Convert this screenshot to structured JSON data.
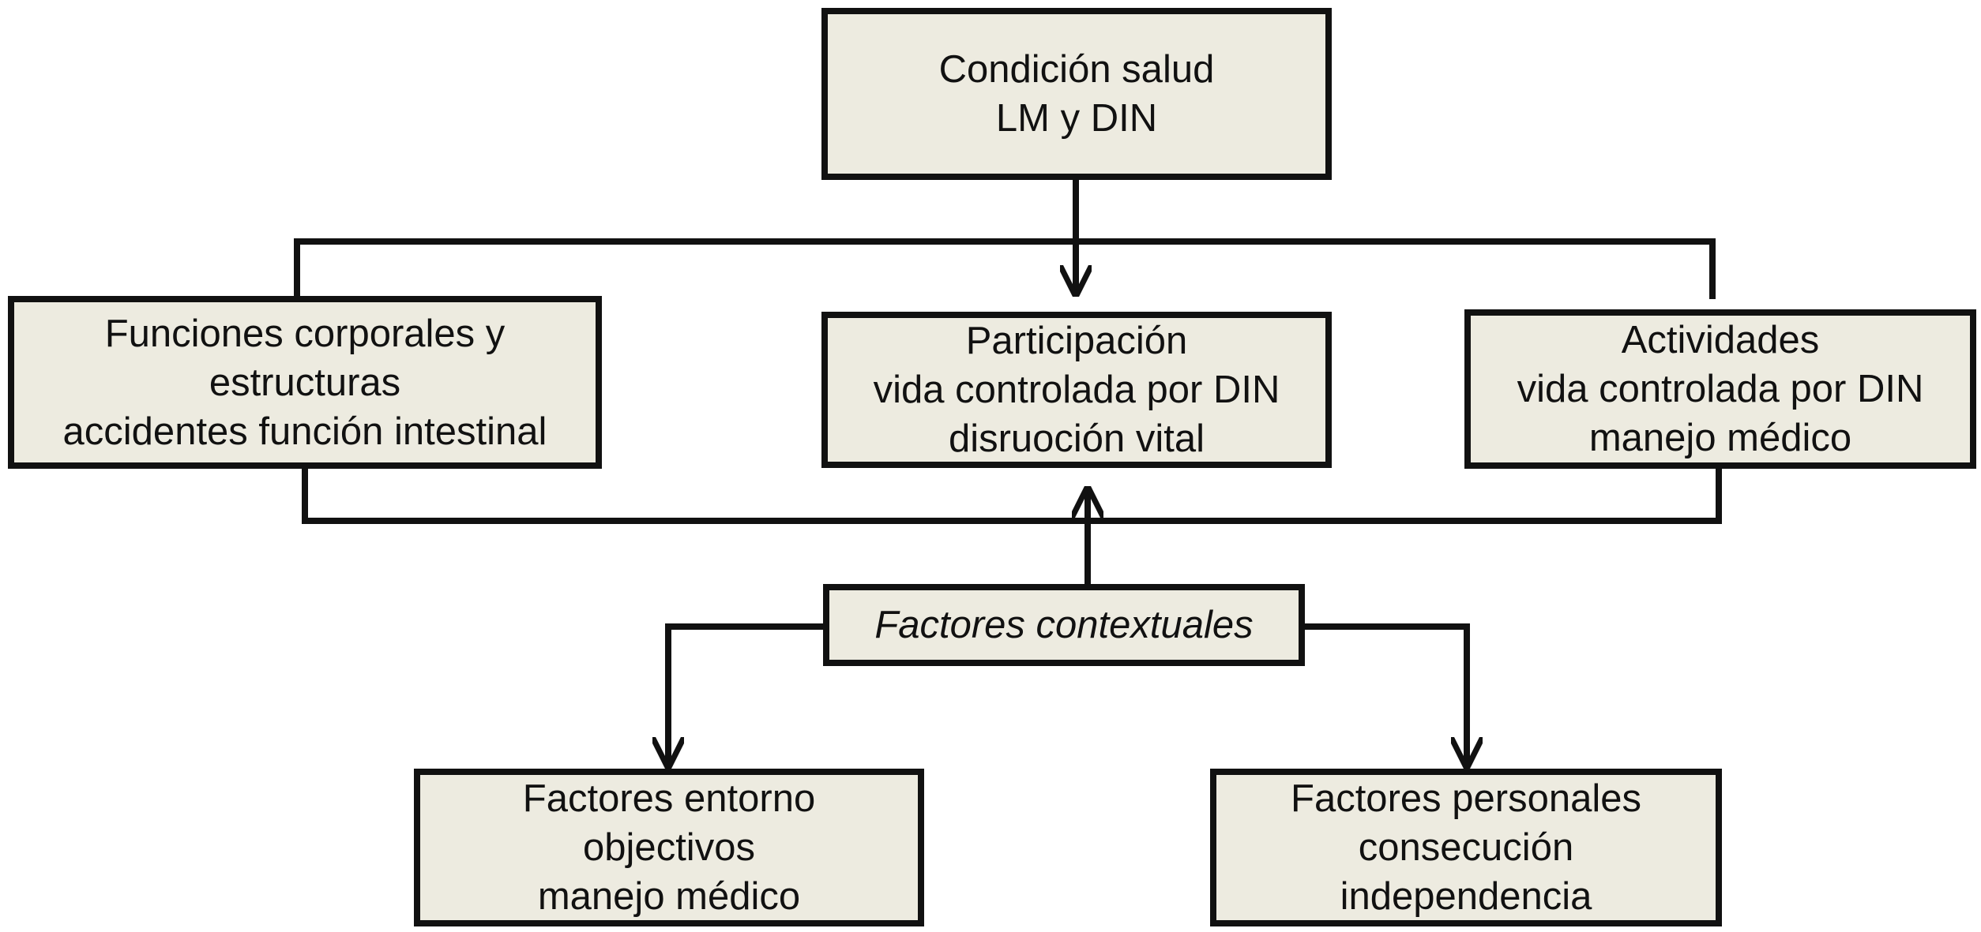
{
  "colors": {
    "box_fill": "#edebe0",
    "stroke": "#111111",
    "text": "#111111",
    "background": "#ffffff"
  },
  "boxes": {
    "health_condition": {
      "lines": [
        "Condición salud",
        "LM y DIN"
      ]
    },
    "body_functions": {
      "lines": [
        "Funciones corporales y",
        "estructuras",
        "accidentes función intestinal"
      ]
    },
    "participation": {
      "lines": [
        "Participación",
        "vida controlada por DIN",
        "disruoción vital"
      ]
    },
    "activities": {
      "lines": [
        "Actividades",
        "vida controlada por DIN",
        "manejo médico"
      ]
    },
    "contextual_factors": {
      "lines": [
        "Factores contextuales"
      ]
    },
    "environmental_factors": {
      "lines": [
        "Factores entorno",
        "objectivos",
        "manejo médico"
      ]
    },
    "personal_factors": {
      "lines": [
        "Factores personales",
        "consecución",
        "independencia"
      ]
    }
  }
}
